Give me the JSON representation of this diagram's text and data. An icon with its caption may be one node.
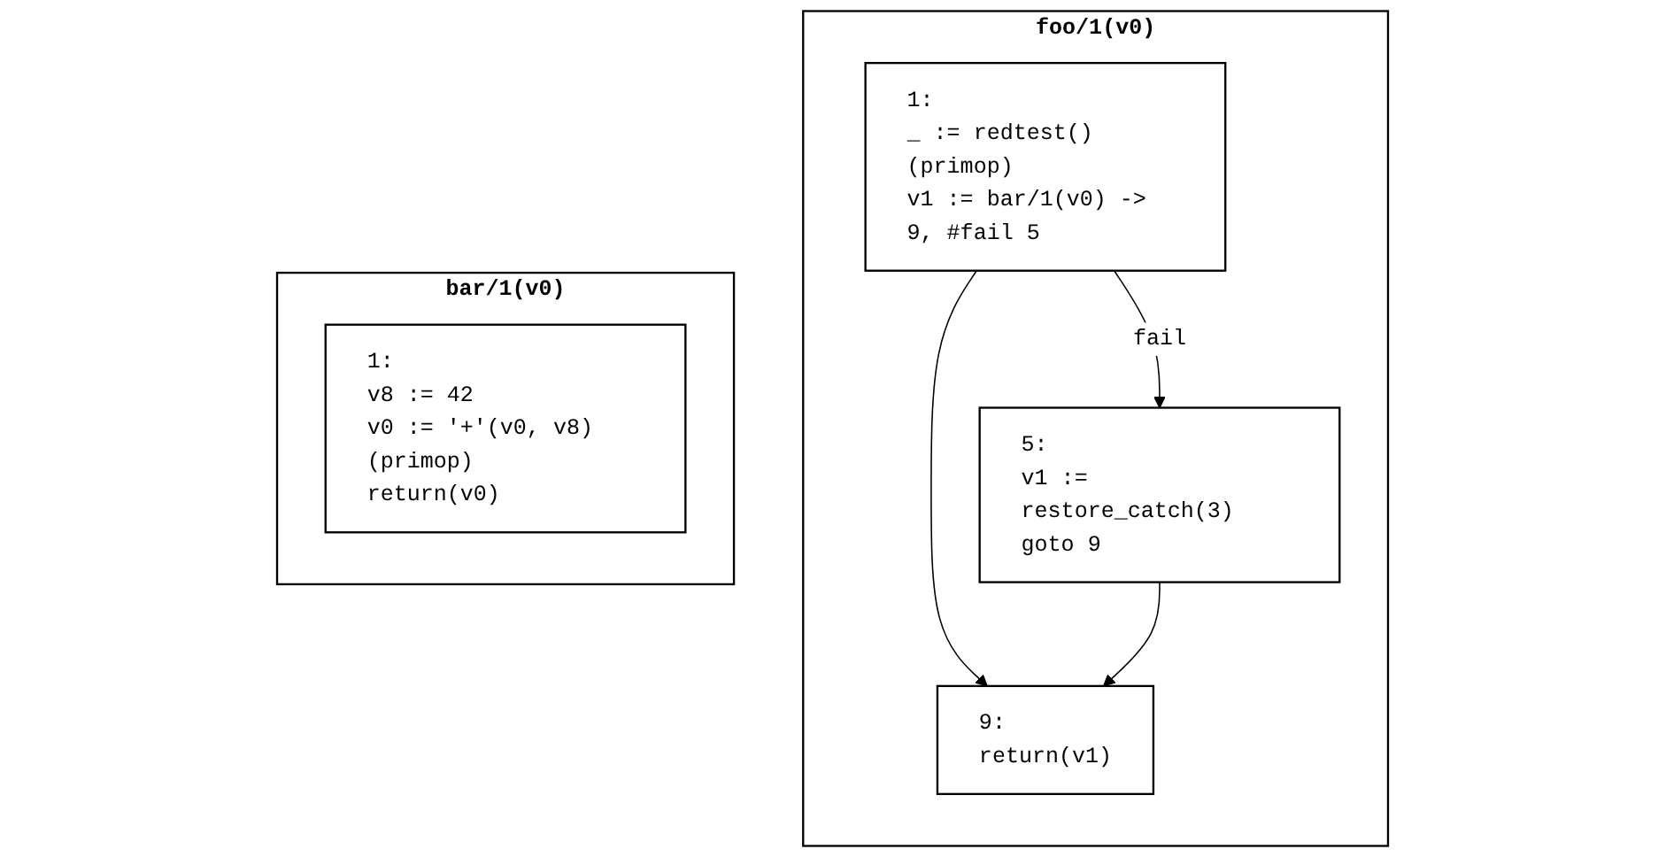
{
  "diagram": {
    "nodes": [
      {
        "text": [
          "foo/1(v0)"
        ]
      },
      {
        "text": [
          "1:",
          "_ := redtest() (primop)",
          "v1 := bar/1(v0) -> 9, #fail 5"
        ],
        "in": 0
      },
      {
        "text": [
          "5:",
          "v1 := restore_catch(3)",
          "goto 9"
        ],
        "in": 0
      },
      {
        "text": [
          "9:",
          "return(v1)"
        ],
        "in": 0
      },
      {
        "text": [
          "bar/1(v0)"
        ]
      },
      {
        "text": [
          "1:",
          "v8 := 42",
          "v0 := '+'(v0, v8) (primop)",
          "return(v0)"
        ],
        "in": 4
      }
    ],
    "edges": [
      {
        "from": 1,
        "to": 3,
        "arrow": "to"
      },
      {
        "from": 1,
        "to": 2,
        "arrow": "to",
        "label": "fail"
      },
      {
        "from": 2,
        "to": 3,
        "arrow": "to"
      }
    ]
  }
}
